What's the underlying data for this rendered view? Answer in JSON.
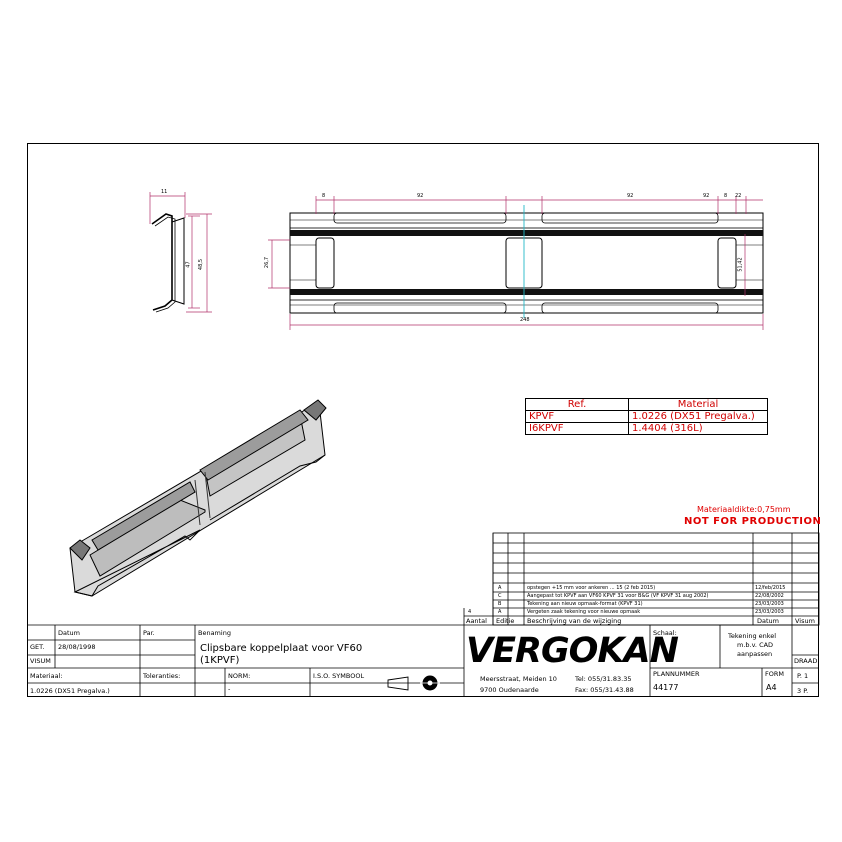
{
  "dimensions": {
    "profile_width": "11",
    "profile_height_inner": "47",
    "profile_height_outer": "48,5",
    "slot_a": "8",
    "span_left": "92",
    "span_right": "92",
    "span_small": "92",
    "slot_b": "8",
    "slot_c": "22",
    "height_left": "26,7",
    "height_right": "51,42",
    "total_length": "248"
  },
  "material_table": {
    "headers": [
      "Ref.",
      "Material"
    ],
    "rows": [
      {
        "ref": "KPVF",
        "material": "1.0226 (DX51 Pregalva.)"
      },
      {
        "ref": "I6KPVF",
        "material": "1.4404 (316L)"
      }
    ]
  },
  "notes": {
    "thickness": "Materiaaldikte:0,75mm",
    "warning": "NOT FOR PRODUCTION"
  },
  "revisions": [
    {
      "mark": "A",
      "text": "opstegen +15 mm voor ankeren ... 15 (2 feb 2015)",
      "date": "12/feb/2015"
    },
    {
      "mark": "C",
      "text": "Aangepast tot KPVF aan VF60 KPVF 31 voor B&G (VF KPVF 31 aug 2002)",
      "date": "22/08/2002"
    },
    {
      "mark": "B",
      "text": "Tekening aan nieuw opmaak-format (KPVF 31)",
      "date": "23/03/2003"
    },
    {
      "mark": "A",
      "text": "Vergeten zaak tekening voor nieuwe opmaak",
      "date": "23/03/2003"
    }
  ],
  "revision_header": {
    "aantal_value": "4",
    "aantal": "Aantal",
    "editie": "Editie",
    "beschrijving": "Beschrijving van de wijziging",
    "datum": "Datum",
    "visum": "Visum"
  },
  "title_block": {
    "datum_label": "Datum",
    "par_label": "Par.",
    "benaming_label": "Benaming",
    "get_label": "GET.",
    "get_date": "28/08/1998",
    "visum_label": "VISUM",
    "title_line1": "Clipsbare koppelplaat voor VF60",
    "title_line2": "(1KPVF)",
    "materiaal_label": "Materiaal:",
    "toleranties_label": "Toleranties:",
    "norm_label": "NORM:",
    "norm_value": "-",
    "iso_label": "I.S.O. SYMBOOL",
    "material_value": "1.0226 (DX51 Pregalva.)",
    "company": "VERGOKAN",
    "address1": "Meersstraat, Meiden 10",
    "address2": "9700 Oudenaarde",
    "tel": "Tel: 055/31.83.35",
    "fax": "Fax: 055/31.43.88",
    "schaal_label": "Schaal:",
    "note_box": [
      "Tekening enkel",
      "m.b.v. CAD",
      "aanpassen"
    ],
    "plan_label": "PLANNUMMER",
    "plan_value": "44177",
    "formaat_label": "FORM",
    "formaat_value": "A4",
    "draad_label": "DRAAD",
    "page1": "P. 1",
    "page2": "3 P."
  }
}
